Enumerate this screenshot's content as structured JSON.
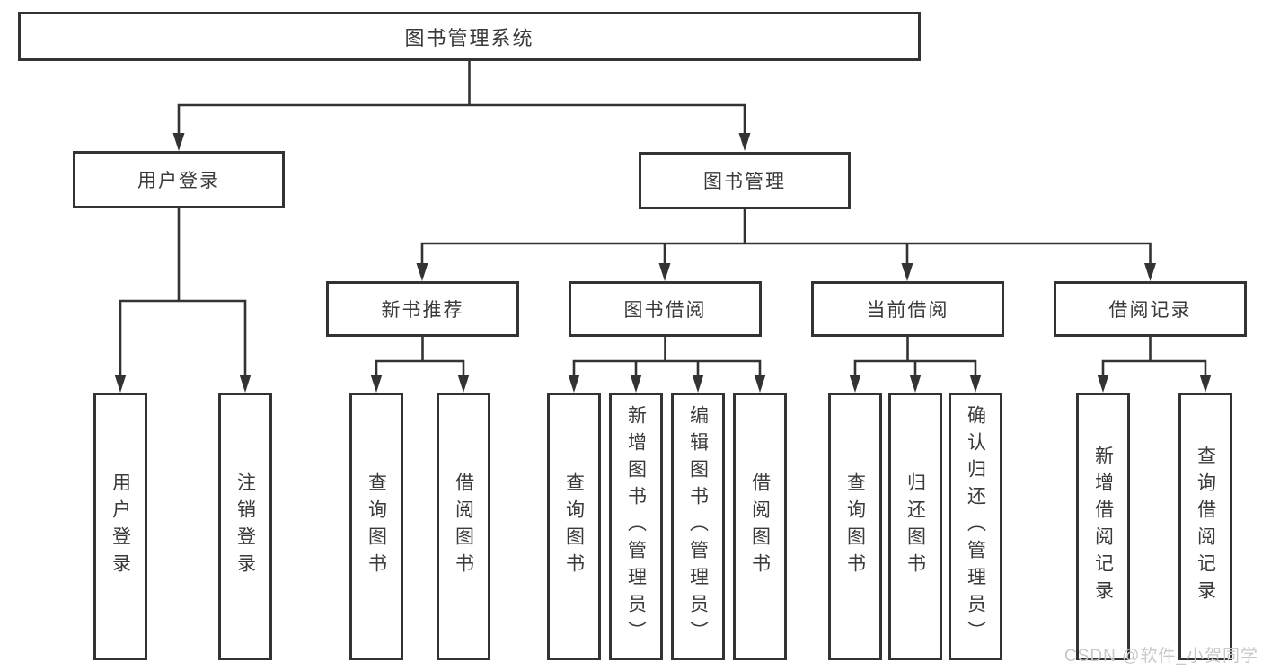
{
  "title": "图书管理系统",
  "level2": {
    "user_login": "用户登录",
    "book_mgmt": "图书管理"
  },
  "level3": {
    "new_books": "新书推荐",
    "book_borrow": "图书借阅",
    "current_borrow": "当前借阅",
    "borrow_records": "借阅记录"
  },
  "leaves": {
    "user_login": [
      "用户登录",
      "注销登录"
    ],
    "new_books": [
      "查询图书",
      "借阅图书"
    ],
    "book_borrow": [
      "查询图书",
      "新增图书（管理员）",
      "编辑图书（管理员）",
      "借阅图书"
    ],
    "current_borrow": [
      "查询图书",
      "归还图书",
      "确认归还（管理员）"
    ],
    "borrow_records": [
      "新增借阅记录",
      "查询借阅记录"
    ]
  },
  "watermark": "CSDN @软件_小贺同学",
  "colors": {
    "line": "#333333",
    "text": "#3a3a3a",
    "background": "#ffffff",
    "watermark": "#c8c8c8"
  }
}
